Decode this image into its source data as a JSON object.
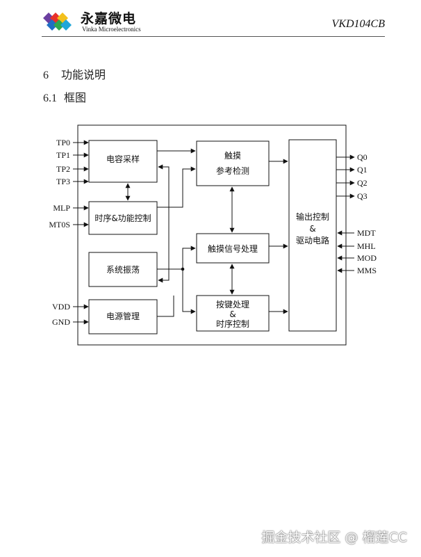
{
  "header": {
    "company_cn": "永嘉微电",
    "company_en": "Vinka Microelectronics",
    "doc_id": "VKD104CB"
  },
  "section": {
    "number": "6",
    "title": "功能说明"
  },
  "subsection": {
    "number": "6.1",
    "title": "框图"
  },
  "diagram": {
    "input_pins": [
      "TP0",
      "TP1",
      "TP2",
      "TP3",
      "MLP",
      "MT0S",
      "VDD",
      "GND"
    ],
    "output_pins": [
      "Q0",
      "Q1",
      "Q2",
      "Q3"
    ],
    "control_pins": [
      "MDT",
      "MHL",
      "MOD",
      "MMS"
    ],
    "blocks": {
      "cap_sample": "电容采样",
      "timing_func": "时序&功能控制",
      "osc": "系统振荡",
      "power": "电源管理",
      "touch_ref_1": "触摸",
      "touch_ref_2": "参考检测",
      "touch_proc": "触摸信号处理",
      "key_1": "按键处理",
      "key_2": "&",
      "key_3": "时序控制",
      "out_1": "输出控制",
      "out_2": "&",
      "out_3": "驱动电路"
    }
  },
  "watermark": "掘金技术社区 @ 榴莲CC",
  "colors": {
    "line": "#111111",
    "rule": "#555555"
  }
}
